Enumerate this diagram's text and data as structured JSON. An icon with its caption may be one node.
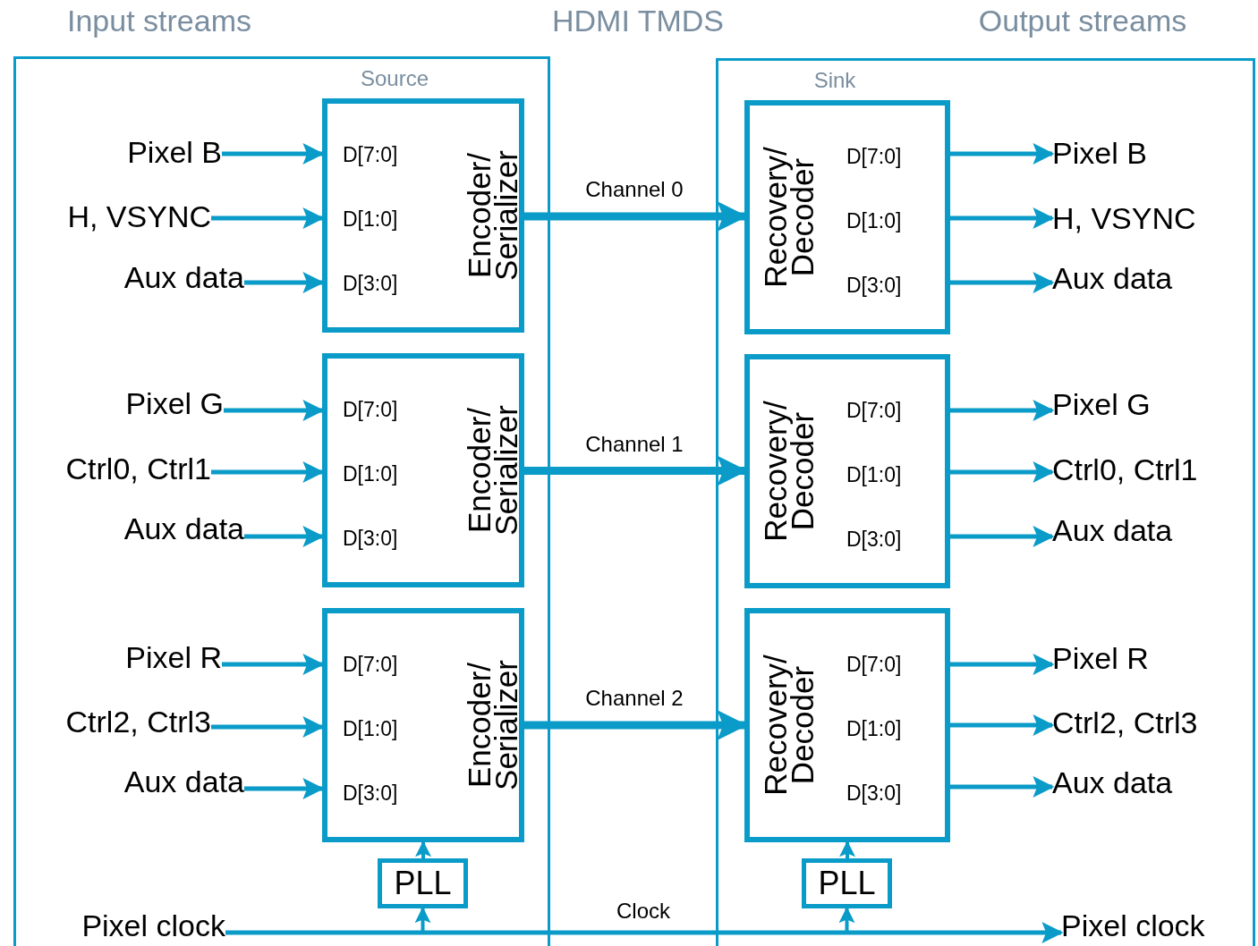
{
  "diagram": {
    "nodes": [
      {
        "text": [
          "Source"
        ]
      },
      {
        "text": [
          "D[7:0]",
          "D[1:0]",
          "D[3:0]",
          "Encoder/ Serializer"
        ],
        "in": 0
      },
      {
        "text": [
          "D[7:0]",
          "D[1:0]",
          "D[3:0]",
          "Encoder/ Serializer"
        ],
        "in": 0
      },
      {
        "text": [
          "D[7:0]",
          "D[1:0]",
          "D[3:0]",
          "Encoder/ Serializer"
        ],
        "in": 0
      },
      {
        "text": [
          "PLL"
        ],
        "in": 0
      },
      {
        "text": [
          "Pixel B"
        ],
        "in": 0
      },
      {
        "text": [
          "H, VSYNC"
        ],
        "in": 0
      },
      {
        "text": [
          "Aux data"
        ],
        "in": 0
      },
      {
        "text": [
          "Pixel G"
        ],
        "in": 0
      },
      {
        "text": [
          "Ctrl0, Ctrl1"
        ],
        "in": 0
      },
      {
        "text": [
          "Aux data"
        ],
        "in": 0
      },
      {
        "text": [
          "Pixel R"
        ],
        "in": 0
      },
      {
        "text": [
          "Ctrl2, Ctrl3"
        ],
        "in": 0
      },
      {
        "text": [
          "Aux data"
        ],
        "in": 0
      },
      {
        "text": [
          "Pixel clock"
        ],
        "in": 0
      },
      {
        "text": [
          "Sink"
        ]
      },
      {
        "text": [
          "Recovery/ Decoder",
          "D[7:0]",
          "D[1:0]",
          "D[3:0]"
        ],
        "in": 15
      },
      {
        "text": [
          "Recovery/ Decoder",
          "D[7:0]",
          "D[1:0]",
          "D[3:0]"
        ],
        "in": 15
      },
      {
        "text": [
          "Recovery/ Decoder",
          "D[7:0]",
          "D[1:0]",
          "D[3:0]"
        ],
        "in": 15
      },
      {
        "text": [
          "PLL"
        ],
        "in": 15
      },
      {
        "text": [
          "Pixel B"
        ],
        "in": 15
      },
      {
        "text": [
          "H, VSYNC"
        ],
        "in": 15
      },
      {
        "text": [
          "Aux data"
        ],
        "in": 15
      },
      {
        "text": [
          "Pixel G"
        ],
        "in": 15
      },
      {
        "text": [
          "Ctrl0, Ctrl1"
        ],
        "in": 15
      },
      {
        "text": [
          "Aux data"
        ],
        "in": 15
      },
      {
        "text": [
          "Pixel R"
        ],
        "in": 15
      },
      {
        "text": [
          "Ctrl2, Ctrl3"
        ],
        "in": 15
      },
      {
        "text": [
          "Aux data"
        ],
        "in": 15
      },
      {
        "text": [
          "Pixel clock"
        ],
        "in": 15
      }
    ],
    "edges": [
      {
        "from": 5,
        "to": 1,
        "arrow": "to"
      },
      {
        "from": 6,
        "to": 1,
        "arrow": "to"
      },
      {
        "from": 7,
        "to": 1,
        "arrow": "to"
      },
      {
        "from": 8,
        "to": 2,
        "arrow": "to"
      },
      {
        "from": 9,
        "to": 2,
        "arrow": "to"
      },
      {
        "from": 10,
        "to": 2,
        "arrow": "to"
      },
      {
        "from": 11,
        "to": 3,
        "arrow": "to"
      },
      {
        "from": 12,
        "to": 3,
        "arrow": "to"
      },
      {
        "from": 13,
        "to": 3,
        "arrow": "to"
      },
      {
        "from": 14,
        "to": 4,
        "arrow": "to"
      },
      {
        "from": 4,
        "to": 3,
        "arrow": "to"
      },
      {
        "from": 1,
        "to": 16,
        "arrow": "to",
        "label": "Channel 0",
        "style": "thick"
      },
      {
        "from": 2,
        "to": 17,
        "arrow": "to",
        "label": "Channel 1",
        "style": "thick"
      },
      {
        "from": 3,
        "to": 18,
        "arrow": "to",
        "label": "Channel 2",
        "style": "thick"
      },
      {
        "from": 14,
        "to": 29,
        "arrow": "to",
        "label": "Clock"
      },
      {
        "from": 14,
        "to": 19,
        "arrow": "to"
      },
      {
        "from": 19,
        "to": 18,
        "arrow": "to"
      },
      {
        "from": 16,
        "to": 20,
        "arrow": "to"
      },
      {
        "from": 16,
        "to": 21,
        "arrow": "to"
      },
      {
        "from": 16,
        "to": 22,
        "arrow": "to"
      },
      {
        "from": 17,
        "to": 23,
        "arrow": "to"
      },
      {
        "from": 17,
        "to": 24,
        "arrow": "to"
      },
      {
        "from": 17,
        "to": 25,
        "arrow": "to"
      },
      {
        "from": 18,
        "to": 26,
        "arrow": "to"
      },
      {
        "from": 18,
        "to": 27,
        "arrow": "to"
      },
      {
        "from": 18,
        "to": 28,
        "arrow": "to"
      }
    ],
    "labels": [
      "Input streams",
      "HDMI TMDS",
      "Output streams"
    ]
  }
}
